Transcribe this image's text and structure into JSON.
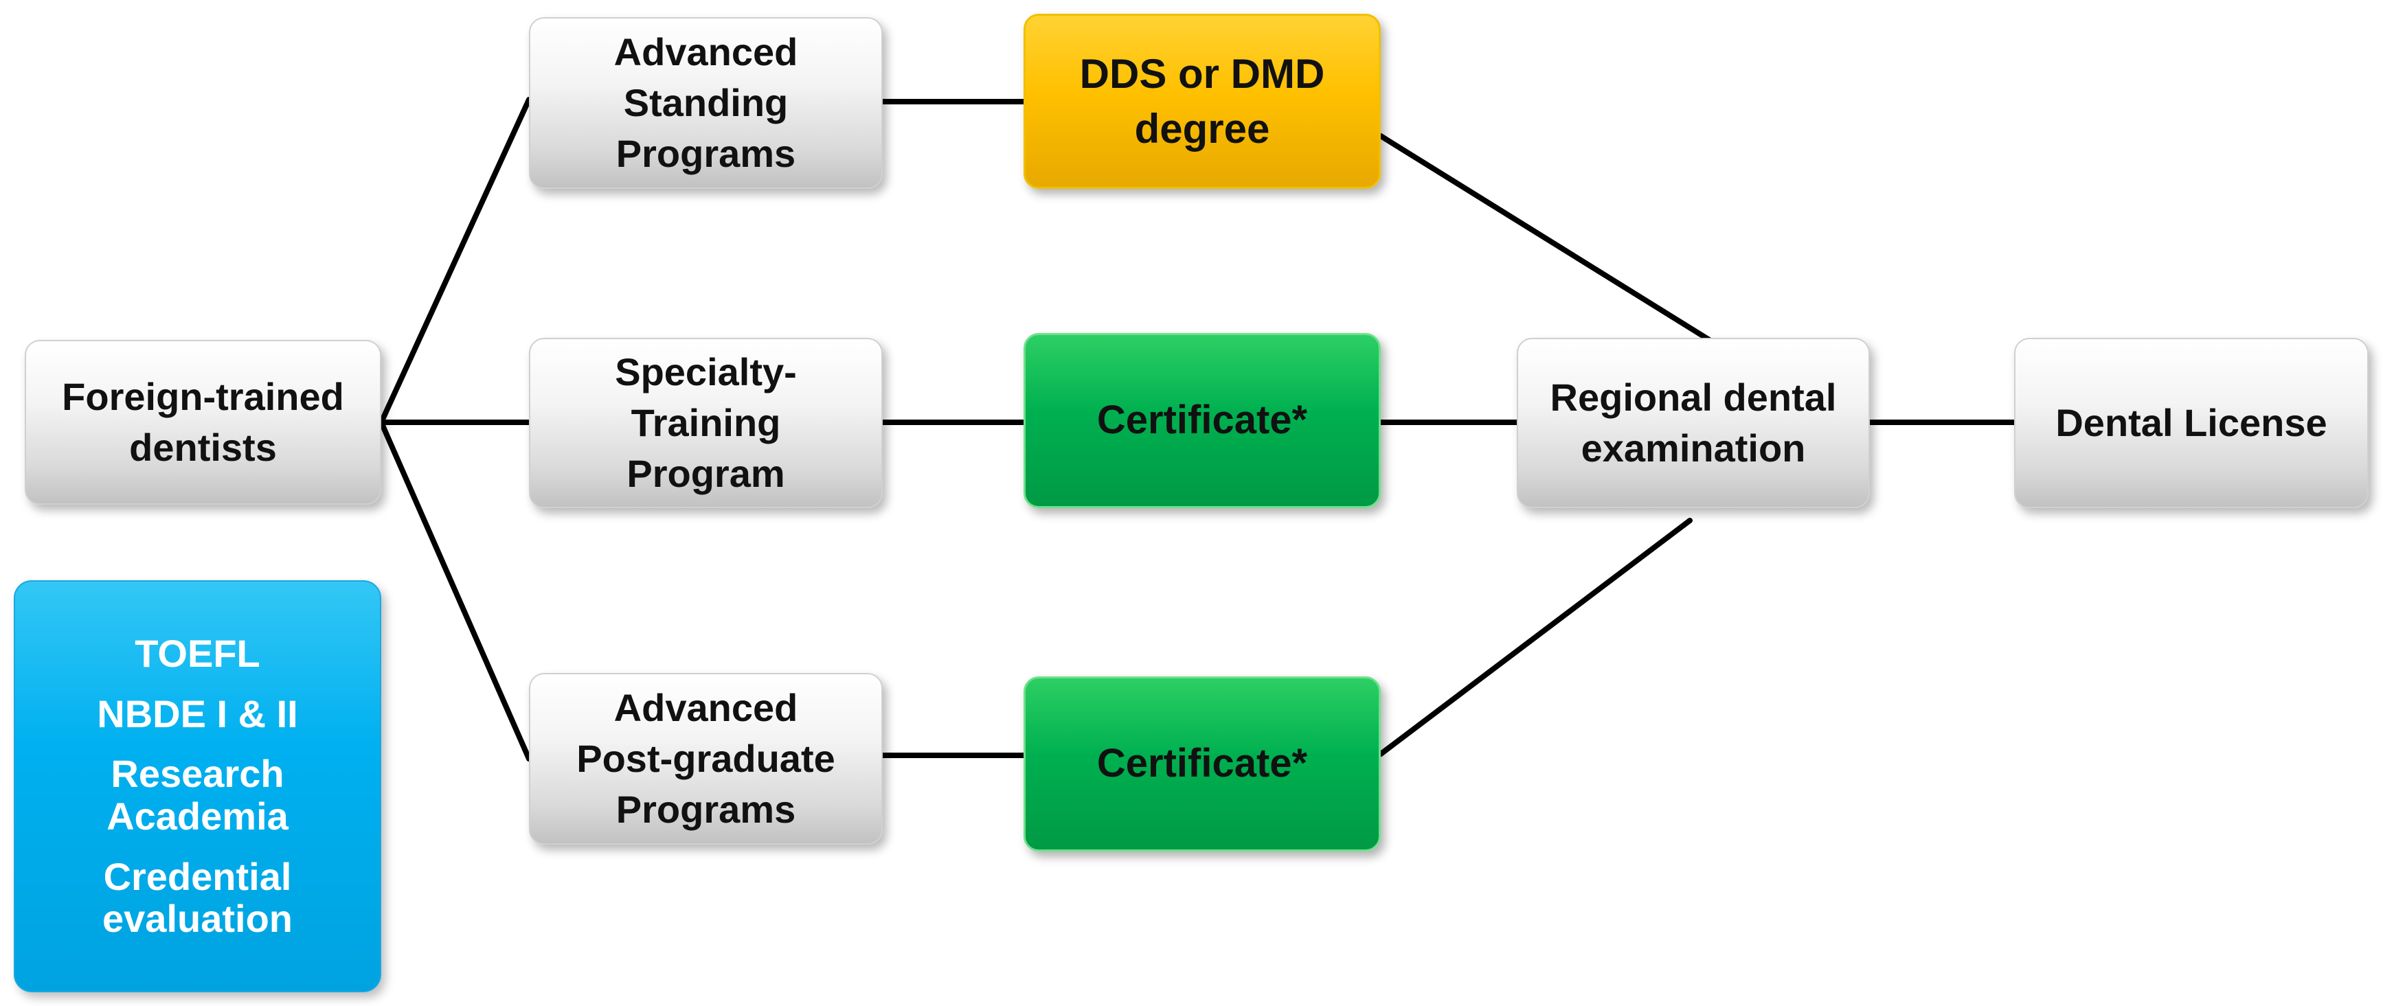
{
  "nodes": {
    "foreign_trained": {
      "lines": [
        "Foreign-trained",
        "dentists"
      ]
    },
    "advanced_standing": {
      "lines": [
        "Advanced",
        "Standing",
        "Programs"
      ]
    },
    "specialty_training": {
      "lines": [
        "Specialty-",
        "Training",
        "Program"
      ]
    },
    "advanced_postgrad": {
      "lines": [
        "Advanced",
        "Post-graduate",
        "Programs"
      ]
    },
    "dds_dmd": {
      "lines": [
        "DDS or DMD",
        "degree"
      ]
    },
    "certificate_specialty": {
      "lines": [
        "Certificate*"
      ]
    },
    "certificate_postgrad": {
      "lines": [
        "Certificate*"
      ]
    },
    "regional_exam": {
      "lines": [
        "Regional dental",
        "examination"
      ]
    },
    "dental_license": {
      "lines": [
        "Dental License"
      ]
    }
  },
  "requirements": {
    "items": [
      "TOEFL",
      "NBDE I & II",
      "Research",
      "Academia",
      "Credential",
      "evaluation"
    ]
  },
  "colors": {
    "neutral_box": "#e6e6e6",
    "degree_box": "#ffc000",
    "certificate_box": "#00b050",
    "requirements_box": "#00b0f0",
    "connector": "#000000"
  }
}
